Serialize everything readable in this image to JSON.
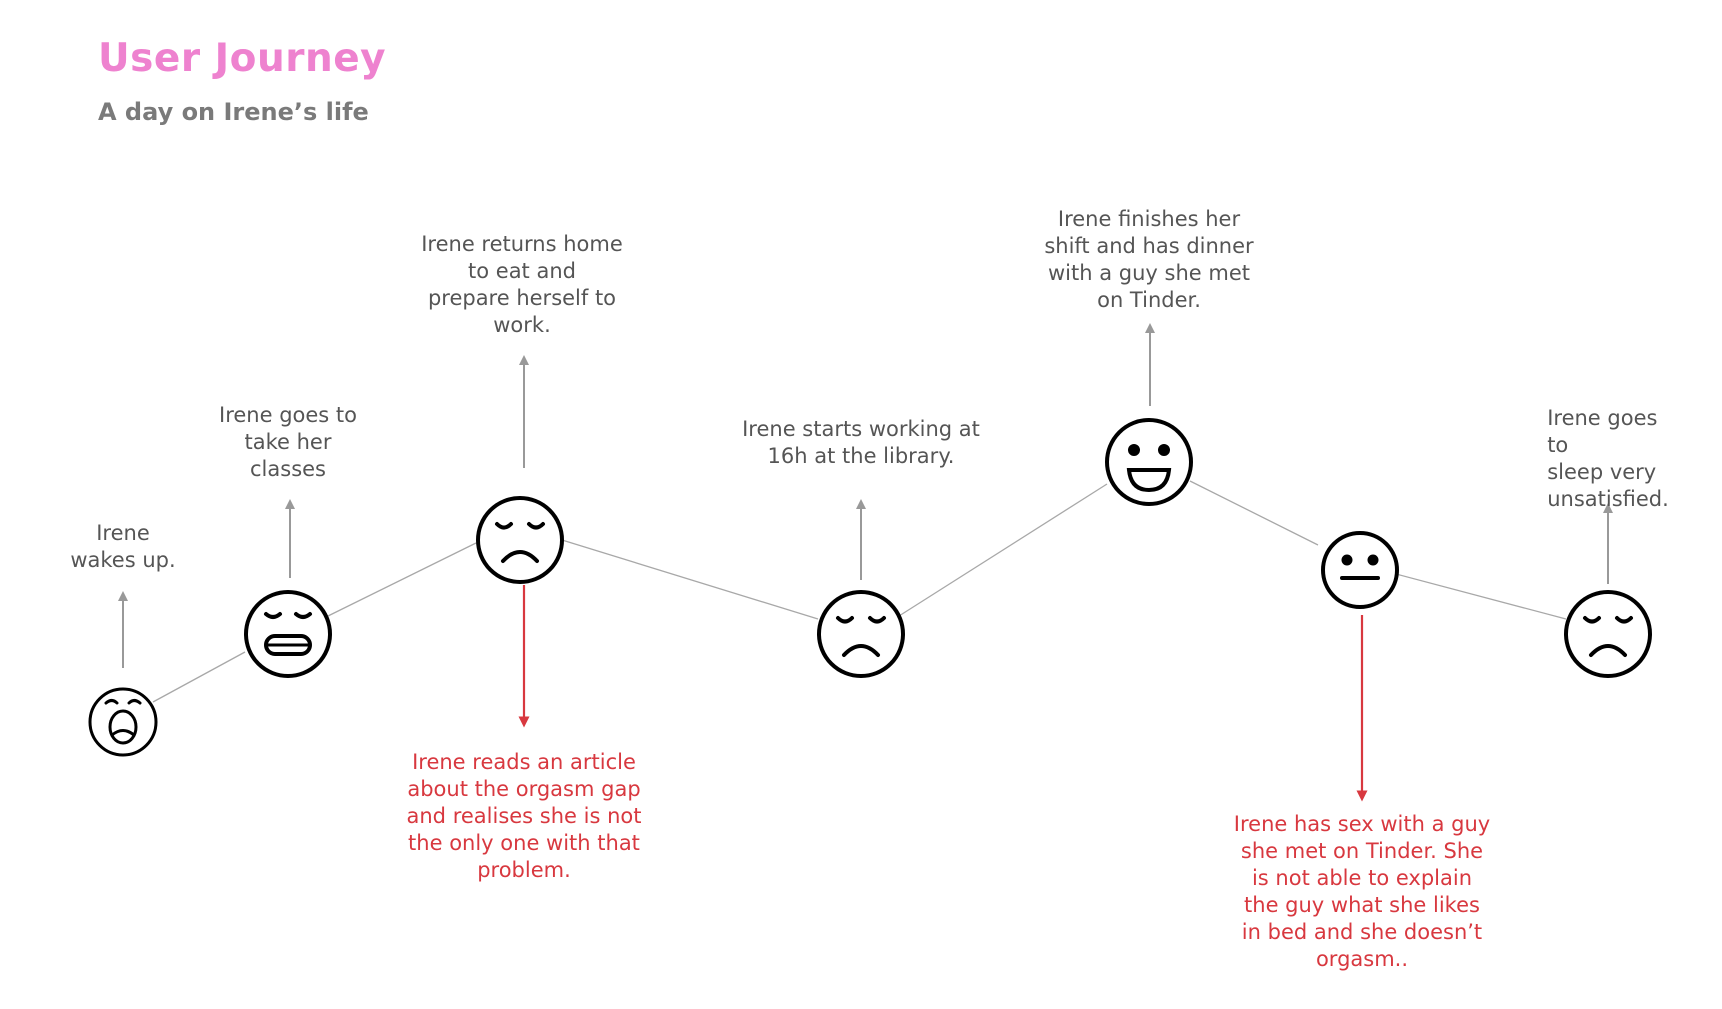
{
  "header": {
    "title": "User Journey",
    "subtitle": "A day on Irene’s life"
  },
  "colors": {
    "title": "#ee82cf",
    "subtitle": "#7a7a7a",
    "text": "#555555",
    "negative": "#d8383f",
    "line": "#a8a8a8",
    "arrow": "#999999"
  },
  "steps": [
    {
      "note": "Irene\nwakes up.",
      "mood": "yawning-face-icon"
    },
    {
      "note": "Irene goes to\ntake her\nclasses",
      "mood": "grimacing-face-icon"
    },
    {
      "note": "Irene returns home\nto   eat and\nprepare herself to\nwork.",
      "mood": "sad-face-icon",
      "pain_point": "Irene reads an article\nabout the orgasm gap\nand realises she is not\nthe only one with that\nproblem."
    },
    {
      "note": "Irene starts working at\n16h at the library.",
      "mood": "sad-face-icon"
    },
    {
      "note": "Irene finishes her\nshift and has dinner\nwith a guy she met\non Tinder.",
      "mood": "happy-face-icon"
    },
    {
      "note": "",
      "mood": "neutral-face-icon",
      "pain_point": "Irene has sex with a guy\nshe met on Tinder. She\nis not able to explain\nthe guy what she likes\nin bed and she doesn’t\norgasm.."
    },
    {
      "note": "Irene goes to\nsleep very\nunsatisfied.",
      "mood": "sad-face-icon"
    }
  ]
}
